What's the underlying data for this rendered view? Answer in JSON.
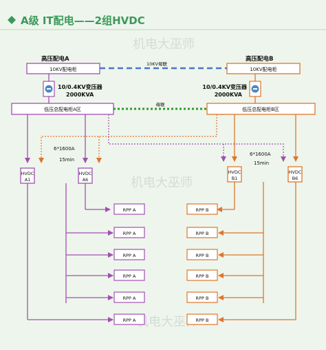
{
  "header": {
    "title": "A级 IT配电——2组HVDC",
    "watermark": "机电大巫师"
  },
  "colors": {
    "purple": "#a24fb2",
    "orange": "#df7529",
    "blue_dash": "#4a74c9",
    "green_dot": "#2f9a2f",
    "transformer_fill": "#4a89c9",
    "title_green": "#3a9a5a",
    "background": "#eef5ec"
  },
  "side_a": {
    "hv_title": "高压配电A",
    "hv_cabinet": "10KV配电柜",
    "transformer_line1": "10/0.4KV变压器",
    "transformer_line2": "2000KVA",
    "lv_cabinet": "低压总配电柜A区",
    "cable_spec_line1": "6*1600A",
    "cable_spec_line2": "15min",
    "hvdc_units": [
      {
        "line1": "HVDC",
        "line2": "A1"
      },
      {
        "line1": "HVDC",
        "line2": "A6"
      }
    ],
    "rpp_labels": [
      "RPP A",
      "RPP A",
      "RPP A",
      "RPP A",
      "RPP A",
      "RPP A"
    ]
  },
  "side_b": {
    "hv_title": "高压配电B",
    "hv_cabinet": "10KV配电柜",
    "transformer_line1": "10/0.4KV变压器",
    "transformer_line2": "2000KVA",
    "lv_cabinet": "低压总配电柜B区",
    "cable_spec_line1": "6*1600A",
    "cable_spec_line2": "15min",
    "hvdc_units": [
      {
        "line1": "HVDC",
        "line2": "B1"
      },
      {
        "line1": "HVDC",
        "line2": "B6"
      }
    ],
    "rpp_labels": [
      "RPP B",
      "RPP B",
      "RPP B",
      "RPP B",
      "RPP B",
      "RPP B"
    ]
  },
  "links": {
    "hv_link_label": "10KV母联",
    "lv_link_label": "母联"
  }
}
